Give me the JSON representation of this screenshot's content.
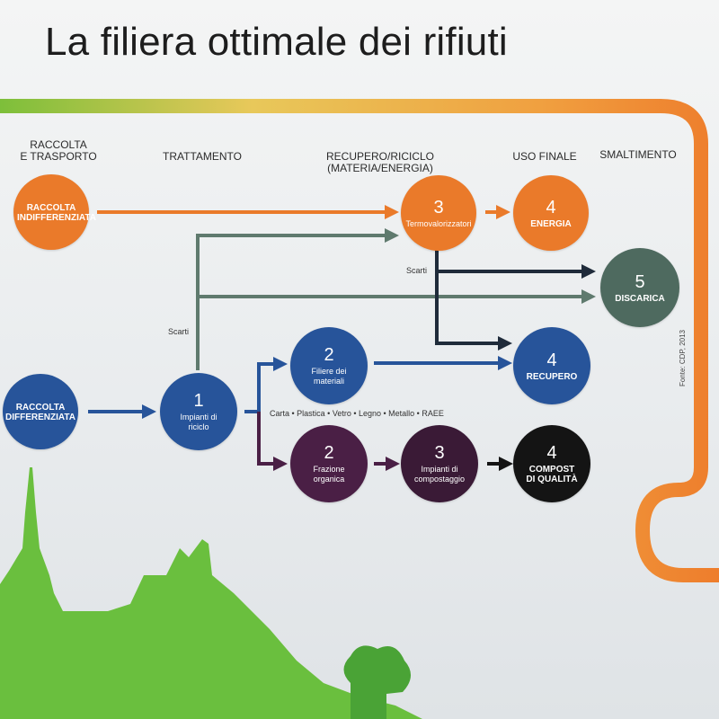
{
  "title": "La filiera ottimale dei rifiuti",
  "columns": {
    "raccolta": "RACCOLTA\nE TRASPORTO",
    "trattamento": "TRATTAMENTO",
    "recupero": "RECUPERO/RICICLO (MATERIA/ENERGIA)",
    "uso_finale": "USO FINALE",
    "smaltimento": "SMALTIMENTO"
  },
  "nodes": {
    "raccolta_indiff": {
      "num": "",
      "label": "RACCOLTA INDIFFERENZIATA",
      "color": "#ea7a2a"
    },
    "termovalorizzatori": {
      "num": "3",
      "label": "Termovalorizzatori",
      "color": "#ea7a2a"
    },
    "energia": {
      "num": "4",
      "label": "ENERGIA",
      "color": "#ea7a2a"
    },
    "discarica": {
      "num": "5",
      "label": "DISCARICA",
      "color": "#4e6a5f"
    },
    "raccolta_diff": {
      "num": "",
      "label": "RACCOLTA DIFFERENZIATA",
      "color": "#27549a"
    },
    "impianti_riciclo": {
      "num": "1",
      "label": "Impianti di riciclo",
      "color": "#27549a"
    },
    "filiere_materiali": {
      "num": "2",
      "label": "Filiere dei materiali",
      "color": "#27549a"
    },
    "recupero": {
      "num": "4",
      "label": "RECUPERO",
      "color": "#27549a"
    },
    "frazione_organica": {
      "num": "2",
      "label": "Frazione organica",
      "color": "#4a1f45"
    },
    "impianti_compostaggio": {
      "num": "3",
      "label": "Impianti di compostaggio",
      "color": "#3a1a36"
    },
    "compost": {
      "num": "4",
      "label": "COMPOST DI QUALITÀ",
      "color": "#141414"
    }
  },
  "labels": {
    "scarti_top": "Scarti",
    "scarti_left": "Scarti",
    "materials": "Carta • Plastica • Vetro • Legno • Metallo • RAEE",
    "source": "Fonte: CDP, 2013"
  },
  "colors": {
    "orange": "#ea7a2a",
    "green_grey": "#5f7a6e",
    "blue": "#27549a",
    "dark": "#1f2b3a",
    "purple": "#4a1f45",
    "skyline": "#6abf3e"
  }
}
